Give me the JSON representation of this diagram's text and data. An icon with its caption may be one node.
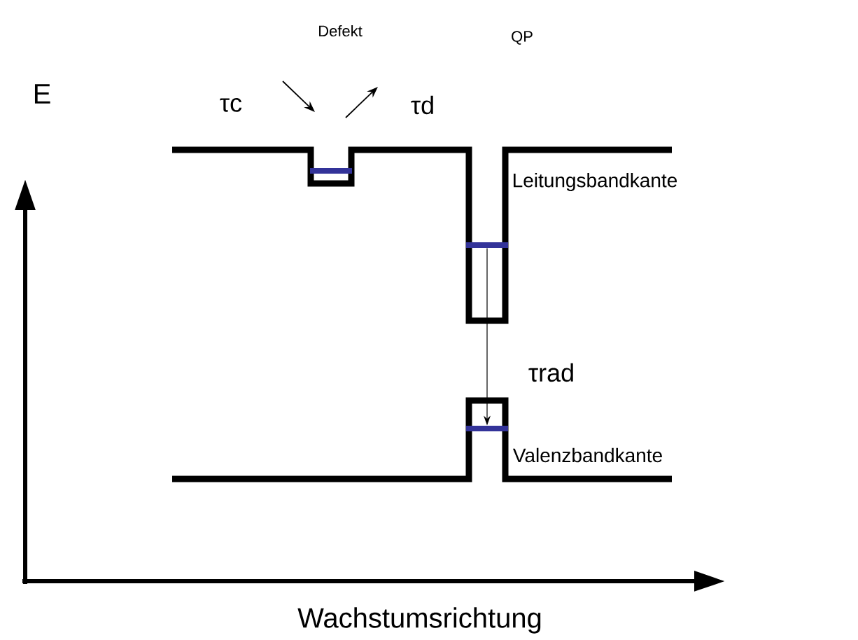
{
  "diagram": {
    "nodes": [
      {
        "text": [],
        "shape": "bar"
      },
      {
        "text": [],
        "shape": "bar"
      },
      {
        "text": [],
        "shape": "bar"
      }
    ],
    "edges": [
      {
        "from": 1,
        "to": 2,
        "arrow": "to",
        "label": "τrad"
      }
    ],
    "labels": [
      "Defekt",
      "QP",
      "E",
      "τc",
      "τd",
      "Leitungsbandkante",
      "Valenzbandkante",
      "Wachstumsrichtung"
    ]
  }
}
